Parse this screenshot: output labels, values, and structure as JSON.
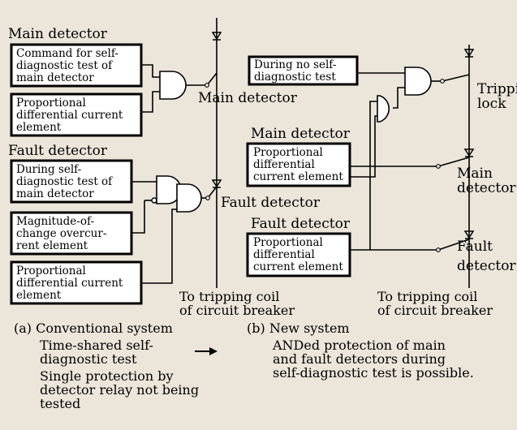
{
  "colors": {
    "background": "#ebe5da",
    "line": "#000000",
    "box_fill": "#ffffff"
  },
  "conventional": {
    "main_detector_heading": "Main detector",
    "box_command": [
      "Command for self-",
      "diagnostic test of",
      "main detector"
    ],
    "box_main_pdc": [
      "Proportional",
      "differential current",
      "element"
    ],
    "contact_main_label": "Main detector",
    "fault_detector_heading": "Fault detector",
    "box_during_test": [
      "During self-",
      "diagnostic test of",
      "main detector"
    ],
    "box_magnitude": [
      "Magnitude-of-",
      "change overcur-",
      "rent element"
    ],
    "box_fault_pdc": [
      "Proportional",
      "differential current",
      "element"
    ],
    "contact_fault_label": "Fault detector",
    "tripping_coil": [
      "To tripping coil",
      "of circuit breaker"
    ]
  },
  "new_system": {
    "box_no_test": [
      "During no self-",
      "diagnostic test"
    ],
    "tripping_lock_label": [
      "Tripping",
      "lock"
    ],
    "main_detector_heading": "Main detector",
    "box_main_pdc": [
      "Proportional",
      "differential",
      "current element"
    ],
    "contact_main_label": [
      "Main",
      "detector"
    ],
    "fault_detector_heading": "Fault detector",
    "box_fault_pdc": [
      "Proportional",
      "differential",
      "current element"
    ],
    "contact_fault_label": [
      "Fault",
      "detector"
    ],
    "tripping_coil": [
      "To tripping coil",
      "of circuit breaker"
    ]
  },
  "captions": {
    "a_title": "(a)  Conventional system",
    "a_body": [
      "Time-shared self-",
      "diagnostic test",
      "Single protection by",
      "detector relay not being",
      "tested"
    ],
    "arrow": "→",
    "b_title": "(b)  New system",
    "b_body": [
      "ANDed protection of main",
      "and fault detectors during",
      "self-diagnostic test is possible."
    ]
  }
}
